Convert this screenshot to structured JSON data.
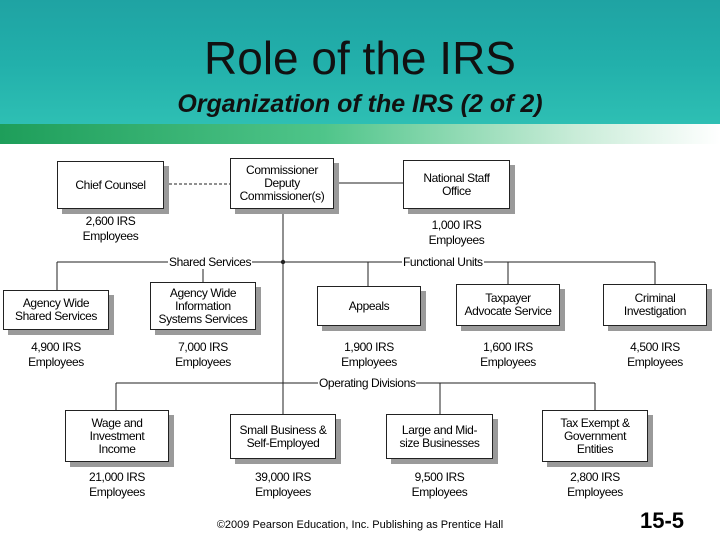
{
  "slide": {
    "title": "Role of the IRS",
    "subtitle": "Organization of the IRS (2 of 2)",
    "footer": "©2009 Pearson Education, Inc. Publishing as Prentice Hall",
    "page_number": "15-5"
  },
  "org": {
    "commissioner": "Commissioner\nDeputy\nCommissioner(s)",
    "chief_counsel": {
      "name": "Chief Counsel",
      "employees": "2,600 IRS\nEmployees"
    },
    "national_staff": {
      "name": "National Staff\nOffice",
      "employees": "1,000 IRS\nEmployees"
    },
    "shared_services_label": "Shared Services",
    "functional_units_label": "Functional Units",
    "operating_divisions_label": "Operating Divisions",
    "shared_services": [
      {
        "name": "Agency Wide\nShared Services",
        "employees": "4,900 IRS\nEmployees"
      },
      {
        "name": "Agency Wide\nInformation\nSystems Services",
        "employees": "7,000 IRS\nEmployees"
      }
    ],
    "functional_units": [
      {
        "name": "Appeals",
        "employees": "1,900 IRS\nEmployees"
      },
      {
        "name": "Taxpayer\nAdvocate Service",
        "employees": "1,600 IRS\nEmployees"
      },
      {
        "name": "Criminal\nInvestigation",
        "employees": "4,500 IRS\nEmployees"
      }
    ],
    "operating_divisions": [
      {
        "name": "Wage and\nInvestment\nIncome",
        "employees": "21,000 IRS\nEmployees"
      },
      {
        "name": "Small Business &\nSelf-Employed",
        "employees": "39,000 IRS\nEmployees"
      },
      {
        "name": "Large and Mid-\nsize Businesses",
        "employees": "9,500 IRS\nEmployees"
      },
      {
        "name": "Tax Exempt &\nGovernment\nEntities",
        "employees": "2,800 IRS\nEmployees"
      }
    ]
  }
}
